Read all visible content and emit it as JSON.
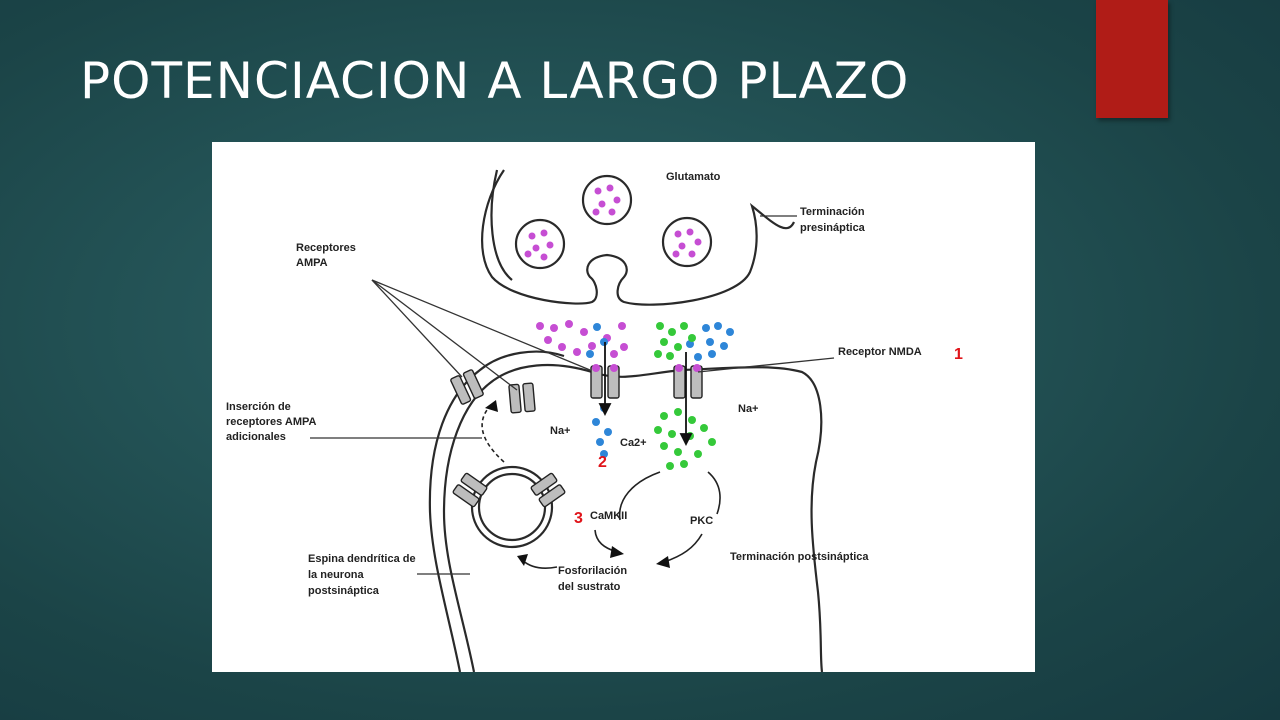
{
  "slide": {
    "title": "POTENCIACION A LARGO PLAZO",
    "accent_tab_color": "#b01c17",
    "background_color": "#245457"
  },
  "diagram": {
    "labels": {
      "glutamato": "Glutamato",
      "terminacion_presinaptica_1": "Terminación",
      "terminacion_presinaptica_2": "presináptica",
      "receptores_ampa_1": "Receptores",
      "receptores_ampa_2": "AMPA",
      "receptor_nmda": "Receptor NMDA",
      "insercion_1": "Inserción de",
      "insercion_2": "receptores AMPA",
      "insercion_3": "adicionales",
      "na_left": "Na+",
      "na_right": "Na+",
      "ca": "Ca2+",
      "camkii": "CaMKII",
      "pkc": "PKC",
      "terminacion_postsinaptica": "Terminación postsináptica",
      "espina_1": "Espina dendrítica de",
      "espina_2": "la neurona",
      "espina_3": "postsináptica",
      "fosforilacion_1": "Fosforilación",
      "fosforilacion_2": "del sustrato"
    },
    "step_numbers": {
      "one": "1",
      "two": "2",
      "three": "3"
    },
    "colors": {
      "glutamate": "#c64ed3",
      "sodium": "#2e86d8",
      "calcium": "#35c93a",
      "step_number": "#e0141a"
    }
  }
}
